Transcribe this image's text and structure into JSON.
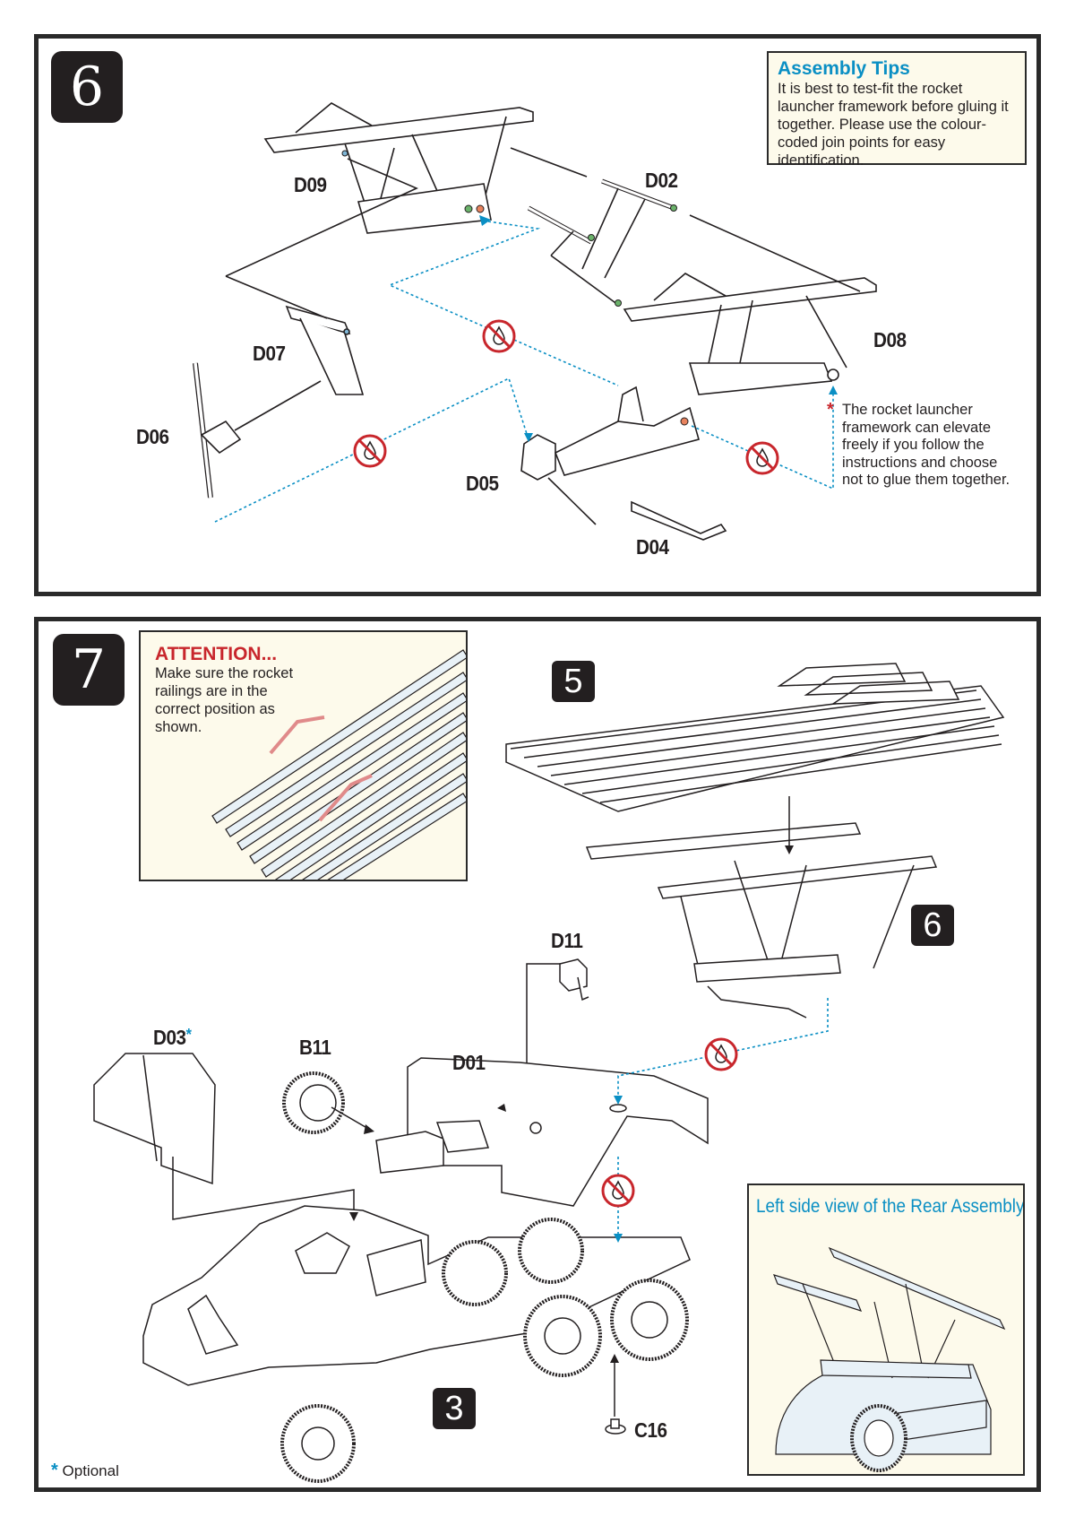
{
  "step6": {
    "number": "6",
    "tips": {
      "title": "Assembly Tips",
      "text": "It is best to test-fit the rocket launcher framework before gluing it together. Please use the colour-coded join points for easy identification."
    },
    "parts": [
      "D09",
      "D02",
      "D07",
      "D08",
      "D06",
      "D05",
      "D04"
    ],
    "note": {
      "marker": "*",
      "text": "The rocket launcher framework can elevate freely if you follow the instructions and choose not to glue them together."
    },
    "no_glue_icon_count": 3
  },
  "step7": {
    "number": "7",
    "attention": {
      "title": "ATTENTION...",
      "text": "Make sure the rocket railings are in the correct position as shown."
    },
    "subassembly_refs": [
      "5",
      "6",
      "3"
    ],
    "parts": [
      "D11",
      "D03",
      "B11",
      "D01",
      "C16"
    ],
    "optional_marker": "*",
    "inset_title": "Left side view of the Rear Assembly",
    "legend": {
      "marker": "*",
      "text": "Optional"
    },
    "no_glue_icon_count": 2
  },
  "colors": {
    "accent_blue": "#0a8fc4",
    "warning_red": "#c8262c",
    "panel_border": "#2a2a2a",
    "note_bg": "#fdfaeb",
    "part_fill": "#e8f1f7"
  }
}
